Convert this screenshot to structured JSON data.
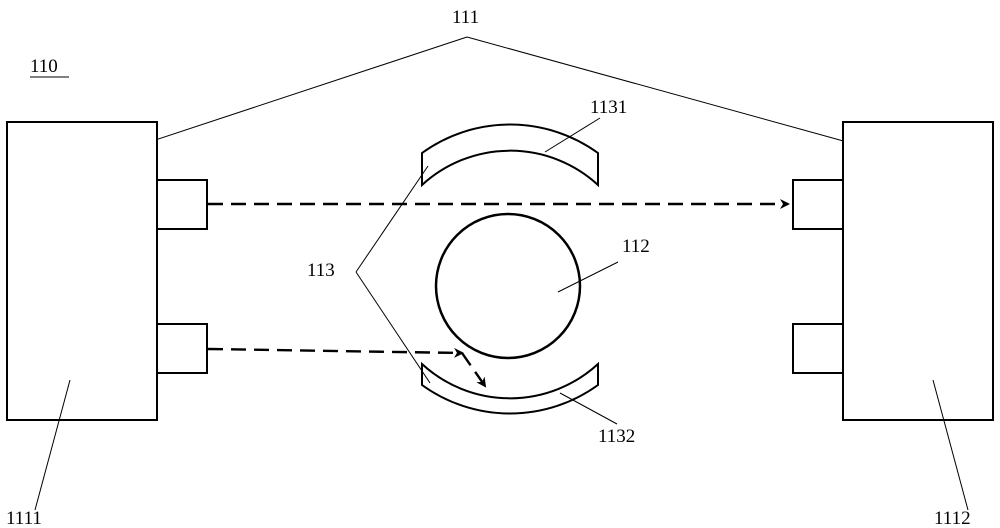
{
  "labels": {
    "figure": "110",
    "device_group": "111",
    "left_device": "1111",
    "right_device": "1112",
    "center_object": "112",
    "reflector_group": "113",
    "top_reflector": "1131",
    "bottom_reflector": "1132"
  }
}
